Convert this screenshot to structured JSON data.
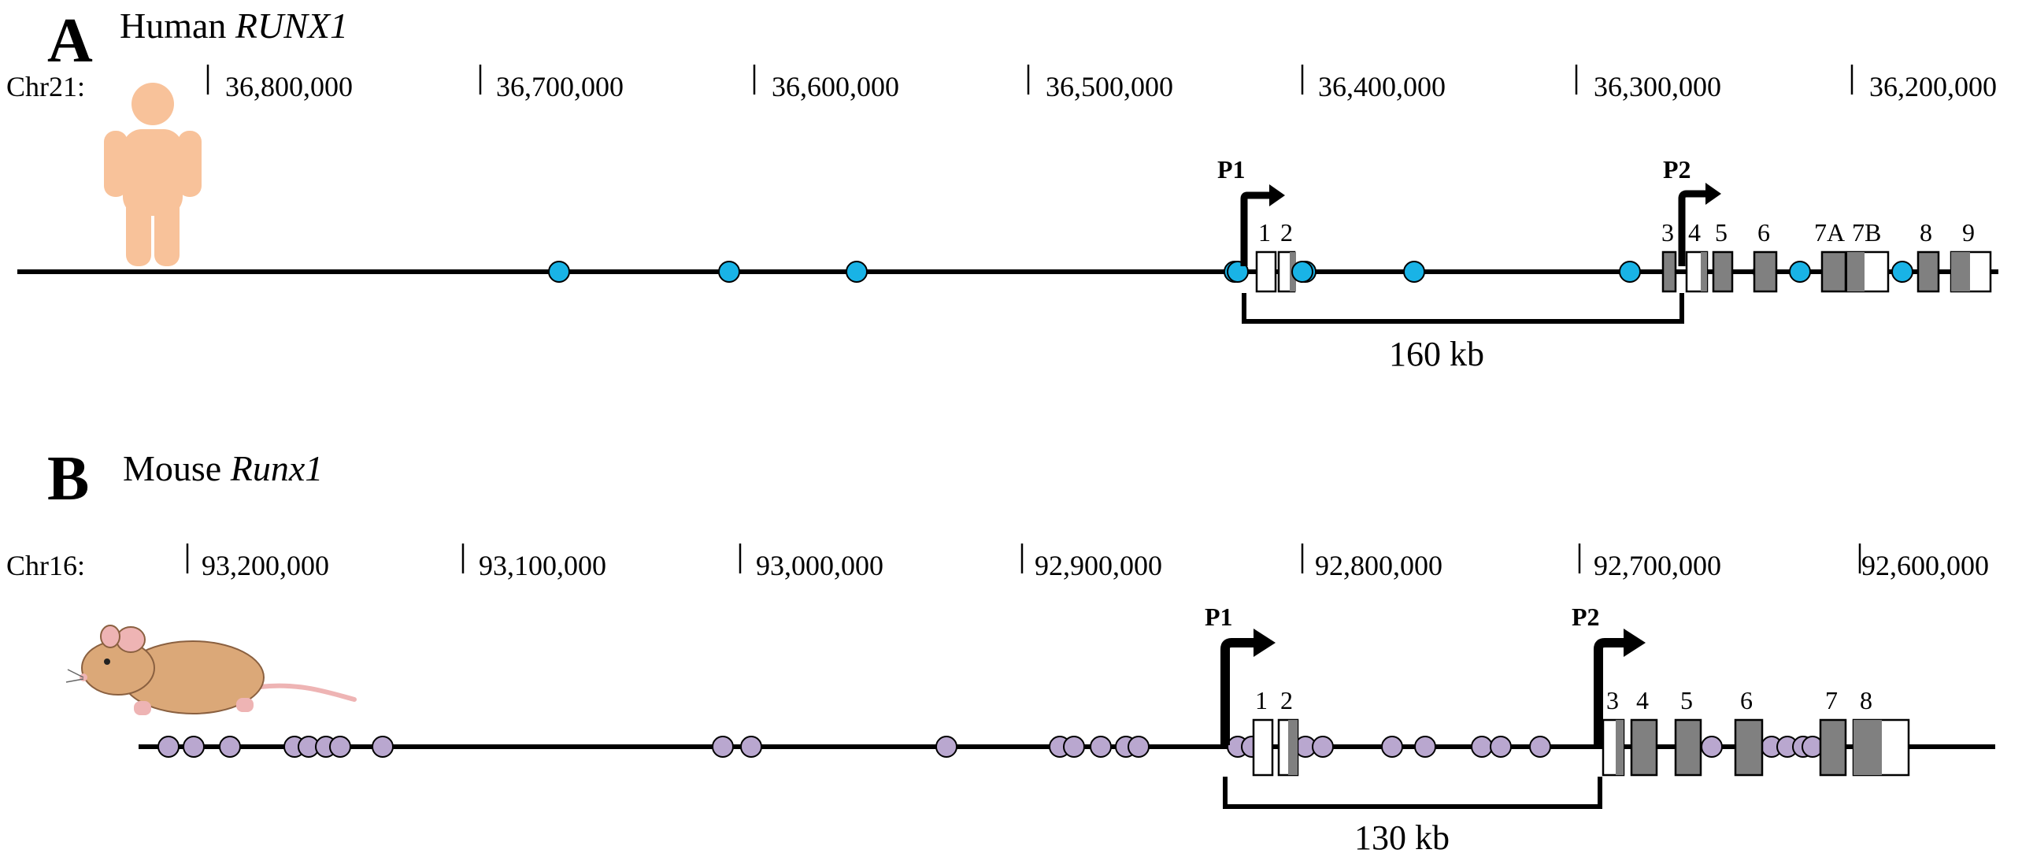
{
  "colors": {
    "line": "#000000",
    "human_site": "#19b3e6",
    "human_site_stroke": "#000000",
    "mouse_site": "#b9a7cf",
    "mouse_site_stroke": "#000000",
    "exon_dark": "#808080",
    "exon_light": "#ffffff",
    "human_icon": "#f8c29a",
    "mouse_fur": "#dba878",
    "mouse_pink": "#eeb4b4"
  },
  "panels": [
    {
      "id": "A",
      "letter": "A",
      "title_prefix": "Human ",
      "title_gene": "RUNX1",
      "chromosome_label": "Chr21:",
      "coordinates": [
        "36,800,000",
        "36,700,000",
        "36,600,000",
        "36,500,000",
        "36,400,000",
        "36,300,000",
        "36,200,000"
      ],
      "icon": "human-figure-icon",
      "promoters": [
        "P1",
        "P2"
      ],
      "distance_label": "160 kb",
      "exon_labels": [
        "1",
        "2",
        "3",
        "4",
        "5",
        "6",
        "7A",
        "7B",
        "8",
        "9"
      ],
      "binding_site_count": 12
    },
    {
      "id": "B",
      "letter": "B",
      "title_prefix": "Mouse ",
      "title_gene": "Runx1",
      "chromosome_label": "Chr16:",
      "coordinates": [
        "93,200,000",
        "93,100,000",
        "93,000,000",
        "92,900,000",
        "92,800,000",
        "92,700,000",
        "92,600,000"
      ],
      "icon": "mouse-icon",
      "promoters": [
        "P1",
        "P2"
      ],
      "distance_label": "130 kb",
      "exon_labels": [
        "1",
        "2",
        "3",
        "4",
        "5",
        "6",
        "7",
        "8"
      ],
      "binding_site_count": 30
    }
  ]
}
